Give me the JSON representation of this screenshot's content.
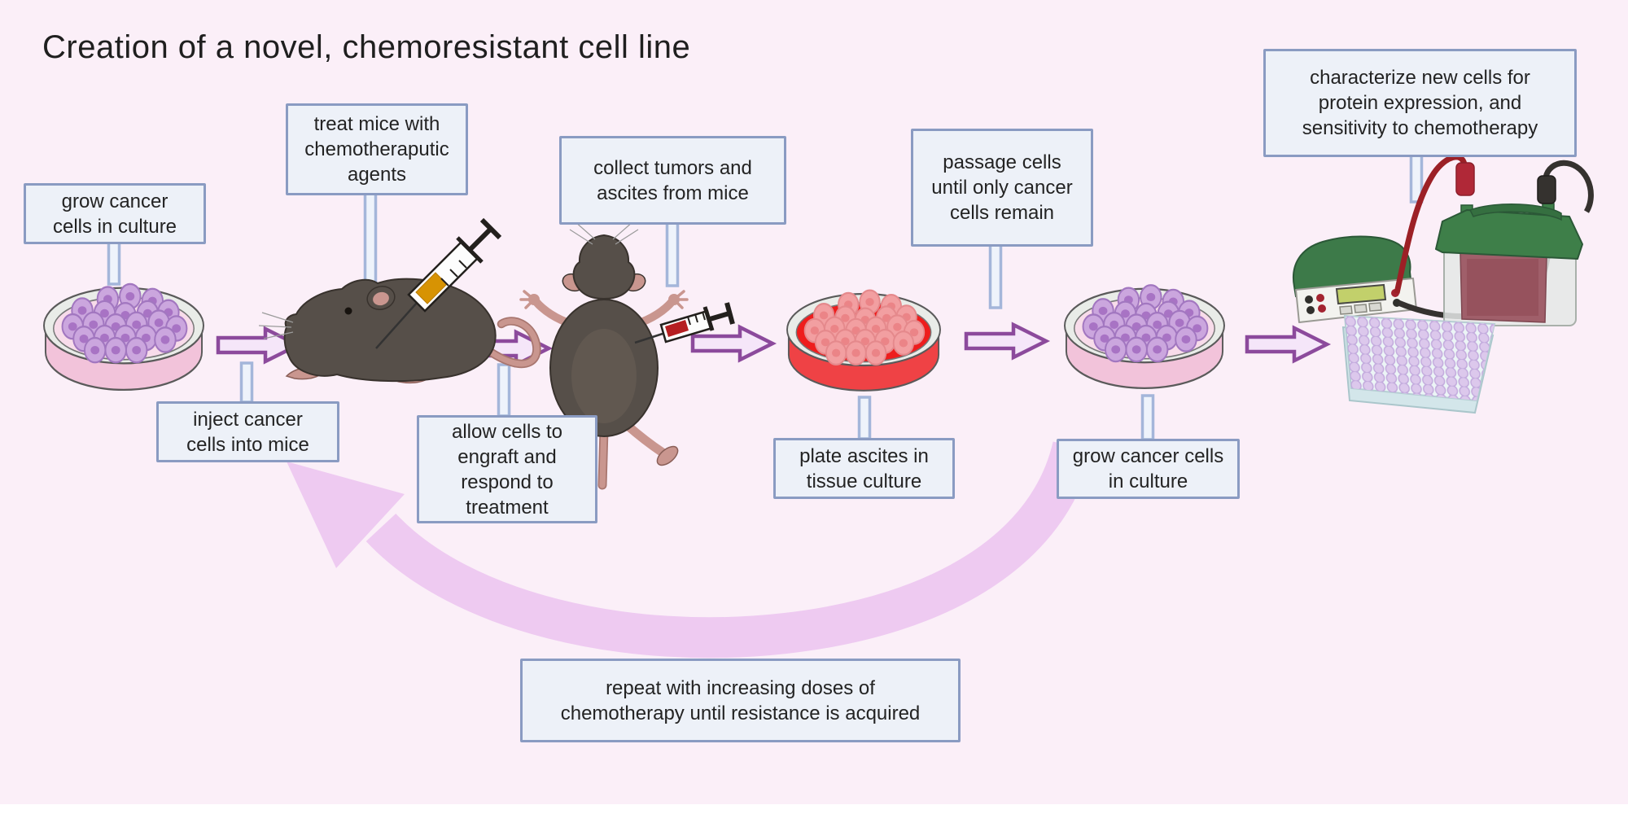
{
  "title": "Creation of a novel, chemoresistant cell line",
  "boxes": {
    "grow1": "grow cancer\ncells in culture",
    "treat": "treat mice with\nchemotheraputic\nagents",
    "inject": "inject cancer\ncells into mice",
    "collect": "collect tumors and\nascites from mice",
    "allow": "allow cells to\nengraft and\nrespond to\ntreatment",
    "passage": "passage cells\nuntil only cancer\ncells remain",
    "plate": "plate ascites in\ntissue culture",
    "grow2": "grow cancer cells\nin culture",
    "characterize": "characterize new cells for\nprotein expression, and\nsensitivity to chemotherapy",
    "repeat": "repeat with increasing doses of\nchemotherapy until resistance is acquired"
  },
  "icons": {
    "petri_dish_pink": "culture dish with purple cancer cells",
    "petri_dish_red": "culture dish with red ascites fluid",
    "mouse_side": "mouse receiving injection (side view)",
    "mouse_top": "mouse with collection syringe (top view)",
    "syringe_chemo": "syringe with amber chemotherapeutic agent",
    "syringe_ascites": "syringe with red ascites fluid",
    "power_supply": "electrophoresis power supply",
    "gel_tank": "western blot transfer tank",
    "well_plate": "96-well assay plate",
    "flow_arrow": "step arrow",
    "repeat_arrow": "curved repeat-cycle arrow"
  },
  "colors": {
    "background": "#fbeff8",
    "box_fill": "#edf1f8",
    "box_border": "#8a9bc2",
    "connector": "#a4b6da",
    "arrow_fill": "#f5e6f9",
    "arrow_outline": "#8c4a9c",
    "repeat_arrow": "#eecaf1",
    "dish_liquid_pink": "#f8dcea",
    "dish_liquid_red": "#ee1d1d",
    "cell_purple": "#cba6de",
    "mouse_body": "#564f49",
    "syringe_chemo": "#d79303",
    "syringe_ascites": "#b51f22",
    "equipment_green": "#3e7f49"
  }
}
